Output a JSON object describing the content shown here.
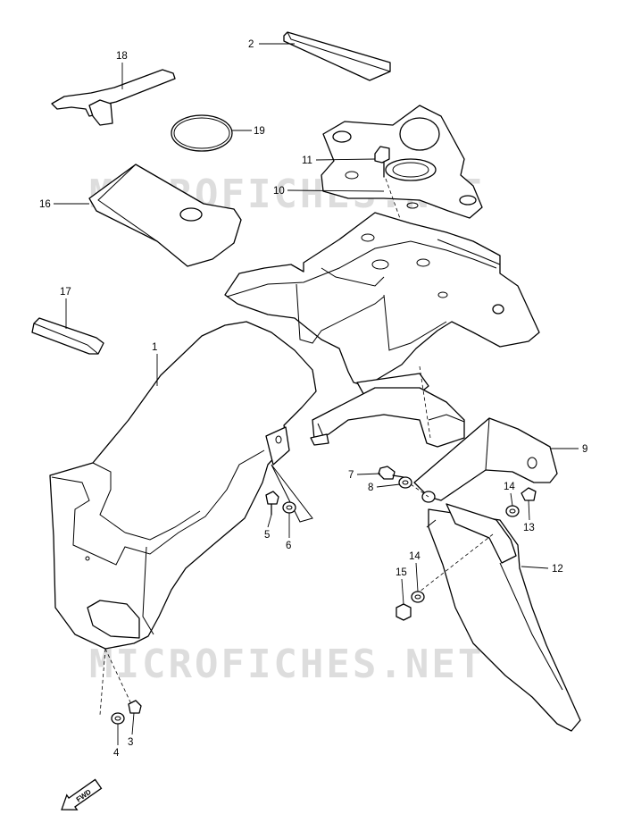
{
  "watermark": {
    "text": "MICROFICHES.NET",
    "color": "#d2d2d2"
  },
  "callouts": {
    "p1": "1",
    "p2": "2",
    "p3": "3",
    "p4": "4",
    "p5": "5",
    "p6": "6",
    "p7": "7",
    "p8": "8",
    "p9": "9",
    "p10": "10",
    "p11": "11",
    "p12": "12",
    "p13": "13",
    "p14a": "14",
    "p14b": "14",
    "p15": "15",
    "p16": "16",
    "p17": "17",
    "p18": "18",
    "p19": "19"
  },
  "fwd_label": "FWD",
  "icons": {
    "fwd": "forward-arrow-icon"
  }
}
